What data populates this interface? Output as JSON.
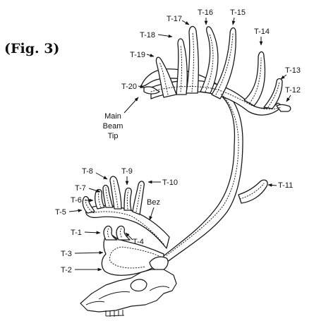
{
  "figure": {
    "caption": "(Fig. 3)"
  },
  "labels": {
    "T1": "T-1",
    "T2": "T-2",
    "T3": "T-3",
    "T4": "T-4",
    "T5": "T-5",
    "T6": "T-6",
    "T7": "T-7",
    "T8": "T-8",
    "T9": "T-9",
    "T10": "T-10",
    "T11": "T-11",
    "T12": "T-12",
    "T13": "T-13",
    "T14": "T-14",
    "T15": "T-15",
    "T16": "T-16",
    "T17": "T-17",
    "T18": "T-18",
    "T19": "T-19",
    "T20": "T-20",
    "bez": "Bez",
    "main_beam_tip": [
      "Main",
      "Beam",
      "Tip"
    ]
  },
  "colors": {
    "line": "#1a1a1a",
    "background": "#ffffff"
  }
}
